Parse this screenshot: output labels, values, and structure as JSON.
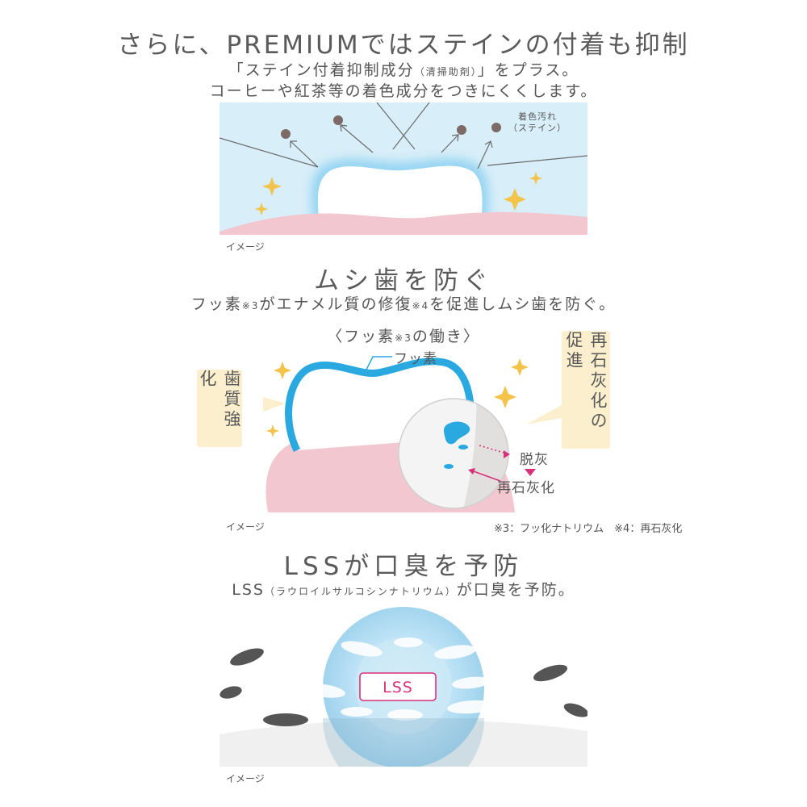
{
  "section1": {
    "title": "さらに、PREMIUMではステインの付着も抑制",
    "line1_main": "「ステイン付着抑制成分",
    "line1_small": "（清掃助剤）",
    "line1_end": "」をプラス。",
    "line2": "コーヒーや紅茶等の着色成分をつきにくくします。",
    "stain_label_1": "着色汚れ",
    "stain_label_2": "（ステイン）",
    "image_note": "イメージ"
  },
  "section2": {
    "title": "ムシ歯を防ぐ",
    "desc_a": "フッ素",
    "desc_b": "※3",
    "desc_c": "がエナメル質の修復",
    "desc_d": "※4",
    "desc_e": "を促進しムシ歯を防ぐ。",
    "caption_a": "〈フッ素",
    "caption_b": "※3",
    "caption_c": "の働き〉",
    "fluorine_label": "フッ素",
    "left_box": "歯質強化",
    "right_box": "再石灰化の促進",
    "demineral_label": "脱灰",
    "remineral_label": "再石灰化",
    "image_note": "イメージ",
    "footnote": "※3：フッ化ナトリウム　※4：再石灰化"
  },
  "section3": {
    "title": "LSSが口臭を予防",
    "desc_a": "LSS",
    "desc_b": "（ラウロイルサルコシンナトリウム）",
    "desc_c": "が口臭を予防。",
    "badge": "LSS",
    "image_note": "イメージ"
  },
  "colors": {
    "stain_bg": "#d8eef8",
    "gum": "#f2c7cf",
    "tooth_glow": "#a9dcf3",
    "fluorine_blue": "#29a9e0",
    "sparkle": "#f3c34a",
    "label_bg": "#fbefcd",
    "magenta": "#d9317a",
    "sphere": "#8fcbea"
  }
}
